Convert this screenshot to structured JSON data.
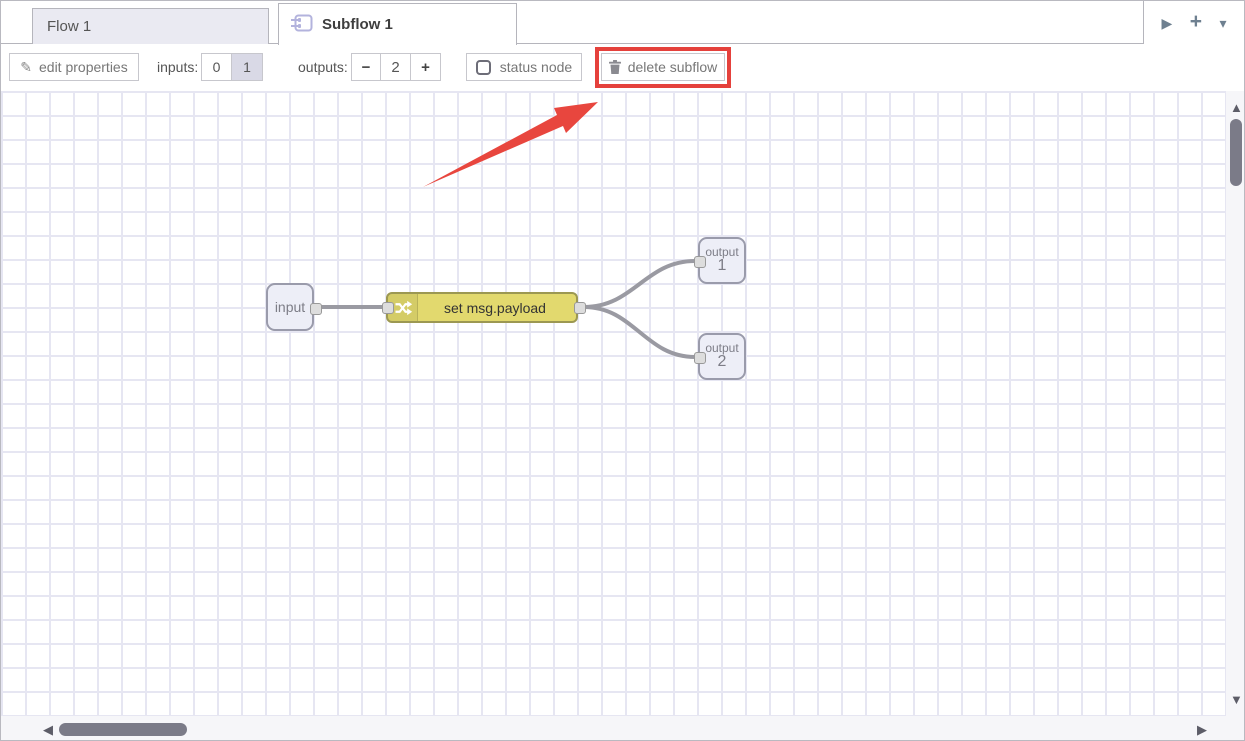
{
  "tabbar": {
    "tabs": [
      {
        "label": "Flow 1",
        "active": false
      },
      {
        "label": "Subflow 1",
        "active": true
      }
    ]
  },
  "toolbar": {
    "edit_properties_label": "edit properties",
    "inputs_label": "inputs:",
    "input_options": [
      "0",
      "1"
    ],
    "selected_input": "1",
    "outputs_label": "outputs:",
    "decrease_label": "−",
    "outputs_value": "2",
    "increase_label": "+",
    "status_node_label": "status node",
    "status_node_checked": false,
    "delete_subflow_label": "delete subflow"
  },
  "canvas": {
    "input_node": {
      "label": "input"
    },
    "change_node": {
      "label": "set msg.payload",
      "type": "change"
    },
    "output_nodes": [
      {
        "label": "output",
        "number": "1"
      },
      {
        "label": "output",
        "number": "2"
      }
    ]
  },
  "icons": {
    "pencil": "✎",
    "next_tab": "▶",
    "add_tab": "+",
    "tab_menu": "▾",
    "scroll_up": "▲",
    "scroll_down": "▼",
    "scroll_left": "◀",
    "scroll_right": "▶"
  },
  "colors": {
    "change_node_fill": "#e2d96e",
    "endpoint_node_fill": "#edeef7",
    "wire": "#9a9aa2",
    "annotation_red": "#e5413c",
    "grid_line": "#e6e6f2",
    "selected_toggle_bg": "#d9d9e6"
  }
}
